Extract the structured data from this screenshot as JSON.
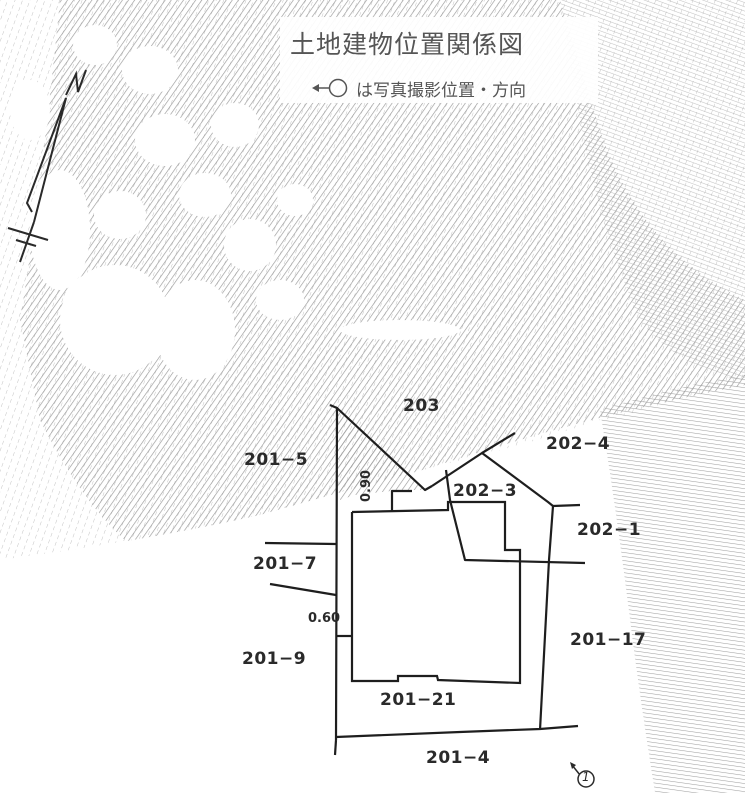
{
  "legend": {
    "title": "土地建物位置関係図",
    "photo_note": "は写真撮影位置・方向",
    "photo_symbol": "arrow-circle"
  },
  "compass": {
    "label": "N"
  },
  "lots": {
    "l203": "203",
    "l201_5": "201−5",
    "l202_4": "202−4",
    "l202_3": "202−3",
    "l202_1": "202−1",
    "l201_7": "201−7",
    "l201_9": "201−9",
    "l201_17": "201−17",
    "l201_21": "201−21",
    "l201_4": "201−4"
  },
  "dimensions": {
    "north_setback": "0.90",
    "west_setback": "0.60"
  },
  "photo_points": [
    {
      "number": "1"
    }
  ],
  "colors": {
    "line": "#1e1e1e",
    "hatch": "#9a9a9a",
    "text": "#2a2a2a",
    "legend_text": "#555555"
  }
}
